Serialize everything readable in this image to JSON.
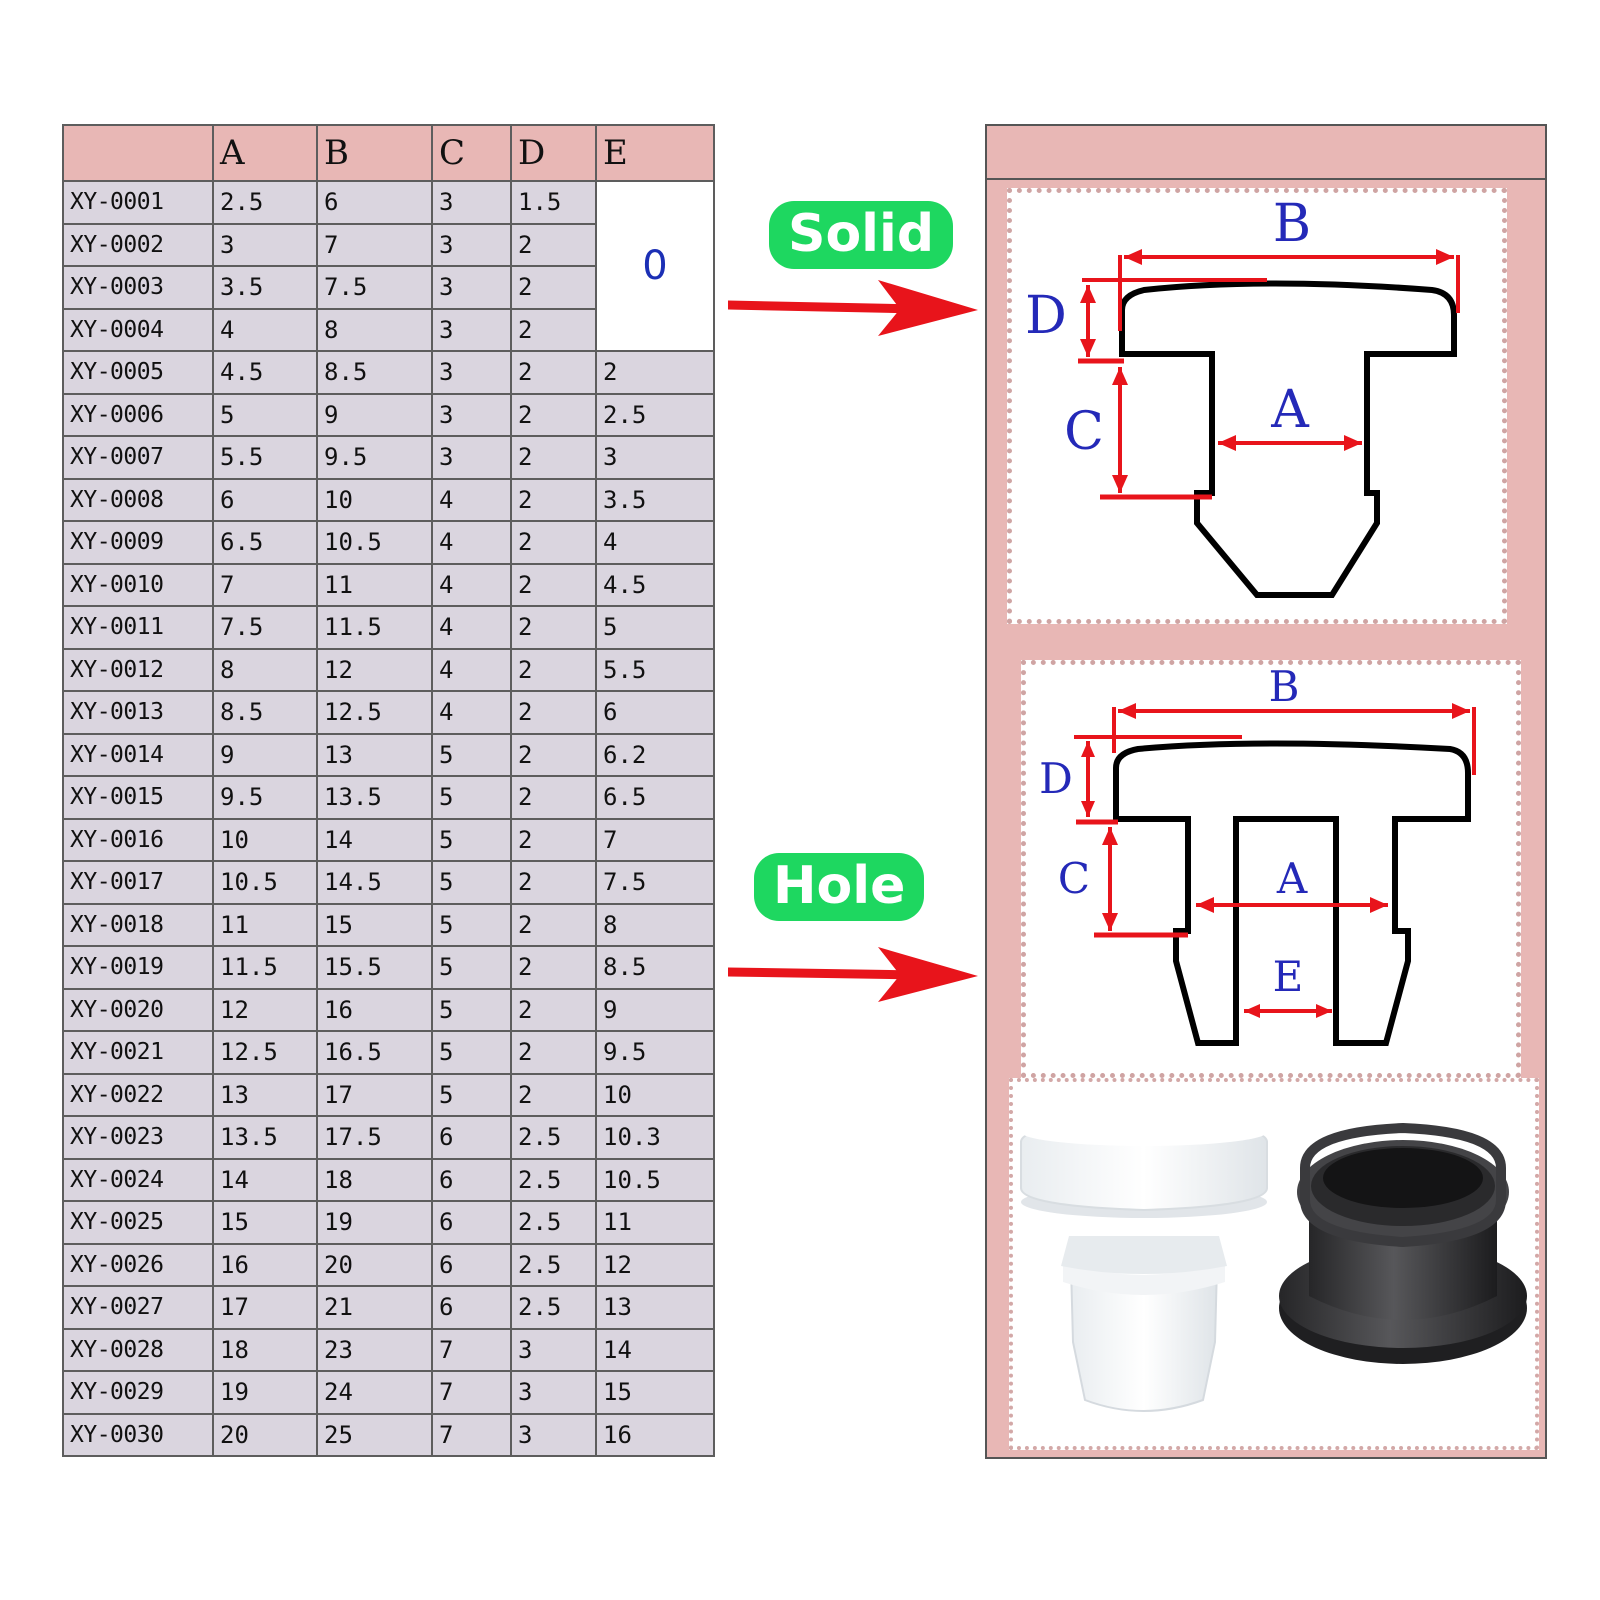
{
  "table": {
    "headers": [
      "",
      "A",
      "B",
      "C",
      "D",
      "E"
    ],
    "rows": [
      [
        "XY-0001",
        "2.5",
        "6",
        "3",
        "1.5"
      ],
      [
        "XY-0002",
        "3",
        "7",
        "3",
        "2"
      ],
      [
        "XY-0003",
        "3.5",
        "7.5",
        "3",
        "2"
      ],
      [
        "XY-0004",
        "4",
        "8",
        "3",
        "2"
      ],
      [
        "XY-0005",
        "4.5",
        "8.5",
        "3",
        "2",
        "2"
      ],
      [
        "XY-0006",
        "5",
        "9",
        "3",
        "2",
        "2.5"
      ],
      [
        "XY-0007",
        "5.5",
        "9.5",
        "3",
        "2",
        "3"
      ],
      [
        "XY-0008",
        "6",
        "10",
        "4",
        "2",
        "3.5"
      ],
      [
        "XY-0009",
        "6.5",
        "10.5",
        "4",
        "2",
        "4"
      ],
      [
        "XY-0010",
        "7",
        "11",
        "4",
        "2",
        "4.5"
      ],
      [
        "XY-0011",
        "7.5",
        "11.5",
        "4",
        "2",
        "5"
      ],
      [
        "XY-0012",
        "8",
        "12",
        "4",
        "2",
        "5.5"
      ],
      [
        "XY-0013",
        "8.5",
        "12.5",
        "4",
        "2",
        "6"
      ],
      [
        "XY-0014",
        "9",
        "13",
        "5",
        "2",
        "6.2"
      ],
      [
        "XY-0015",
        "9.5",
        "13.5",
        "5",
        "2",
        "6.5"
      ],
      [
        "XY-0016",
        "10",
        "14",
        "5",
        "2",
        "7"
      ],
      [
        "XY-0017",
        "10.5",
        "14.5",
        "5",
        "2",
        "7.5"
      ],
      [
        "XY-0018",
        "11",
        "15",
        "5",
        "2",
        "8"
      ],
      [
        "XY-0019",
        "11.5",
        "15.5",
        "5",
        "2",
        "8.5"
      ],
      [
        "XY-0020",
        "12",
        "16",
        "5",
        "2",
        "9"
      ],
      [
        "XY-0021",
        "12.5",
        "16.5",
        "5",
        "2",
        "9.5"
      ],
      [
        "XY-0022",
        "13",
        "17",
        "5",
        "2",
        "10"
      ],
      [
        "XY-0023",
        "13.5",
        "17.5",
        "6",
        "2.5",
        "10.3"
      ],
      [
        "XY-0024",
        "14",
        "18",
        "6",
        "2.5",
        "10.5"
      ],
      [
        "XY-0025",
        "15",
        "19",
        "6",
        "2.5",
        "11"
      ],
      [
        "XY-0026",
        "16",
        "20",
        "6",
        "2.5",
        "12"
      ],
      [
        "XY-0027",
        "17",
        "21",
        "6",
        "2.5",
        "13"
      ],
      [
        "XY-0028",
        "18",
        "23",
        "7",
        "3",
        "14"
      ],
      [
        "XY-0029",
        "19",
        "24",
        "7",
        "3",
        "15"
      ],
      [
        "XY-0030",
        "20",
        "25",
        "7",
        "3",
        "16"
      ]
    ],
    "merged_e_value": "0",
    "merged_e_span": 4
  },
  "badges": {
    "solid": "Solid",
    "hole": "Hole"
  },
  "diagram_solid": {
    "labels": {
      "b": "B",
      "d": "D",
      "c": "C",
      "a": "A"
    }
  },
  "diagram_hole": {
    "labels": {
      "b": "B",
      "d": "D",
      "c": "C",
      "a": "A",
      "e": "E"
    }
  },
  "photos": {
    "white_plug": "white-solid-plug-icon",
    "black_grommet": "black-hole-grommet-icon"
  },
  "colors": {
    "header_pink": "#e8b7b5",
    "cell_lavender": "#dad5df",
    "badge_green": "#1ed760",
    "arrow_red": "#e8141b",
    "dimension_red": "#e8141b",
    "label_blue": "#2429b8"
  }
}
